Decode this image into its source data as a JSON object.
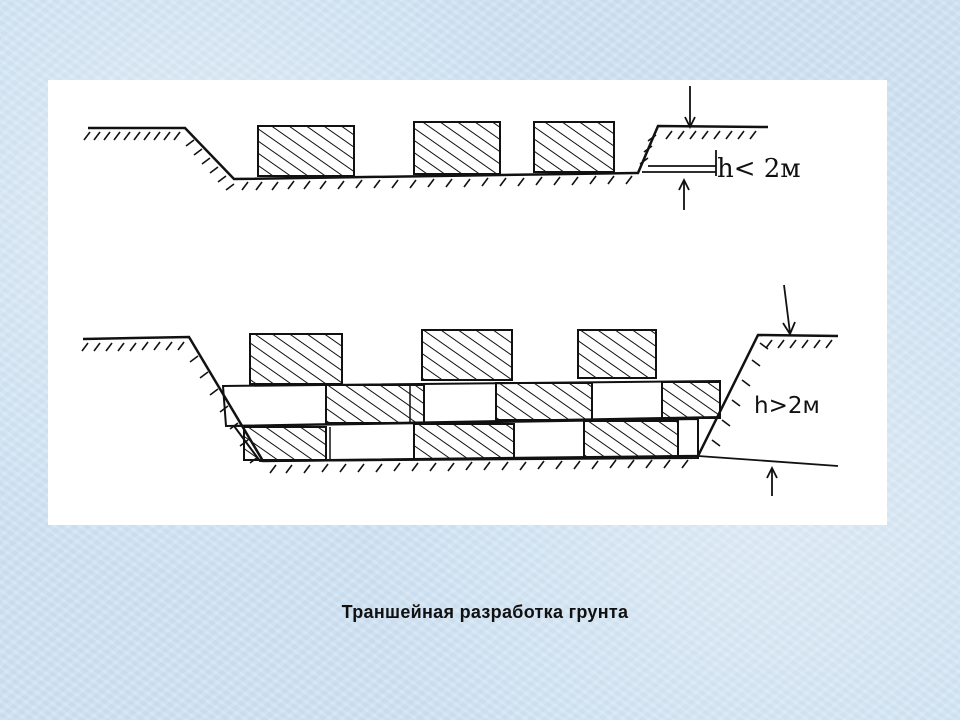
{
  "slide": {
    "caption": "Траншейная разработка грунта",
    "background": "#cfe2f1"
  },
  "diagram": {
    "top_label": "h< 2м",
    "bottom_label": "h>2м"
  }
}
